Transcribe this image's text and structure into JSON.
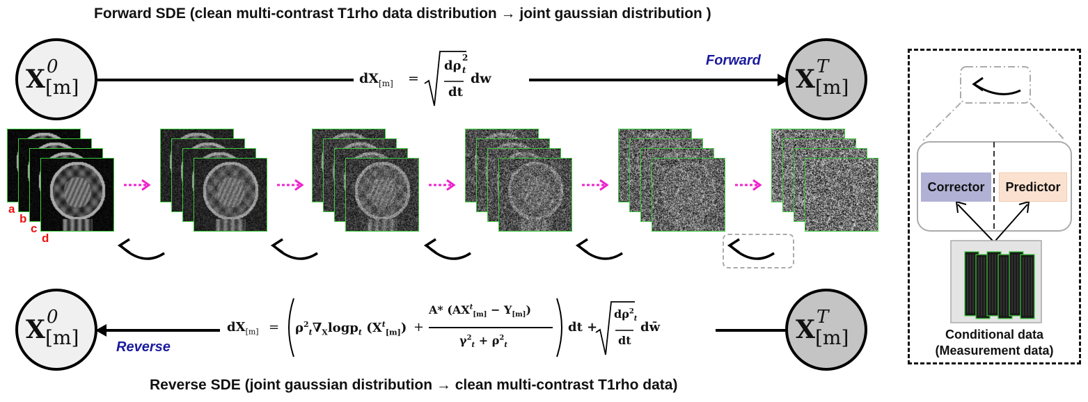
{
  "forward_title": "Forward SDE (clean multi-contrast T1rho data distribution → joint gaussian distribution )",
  "reverse_title": "Reverse SDE (joint gaussian distribution → clean multi-contrast T1rho data)",
  "forward_label": "Forward",
  "reverse_label": "Reverse",
  "nodes": {
    "start_symbol": "X",
    "start_superscript": "0",
    "end_superscript": "T",
    "subscript": "[m]"
  },
  "forward_equation": {
    "lhs": "dX",
    "lhs_sub": "[m]",
    "eq": "=",
    "num": "dρ",
    "num_sup": "2",
    "num_sub": "t",
    "den": "dt",
    "tail": "dw"
  },
  "reverse_equation": {
    "lhs": "dX",
    "lhs_sub": "[m]",
    "eq": "=",
    "term1": "ρ",
    "term1_sup": "2",
    "term1_sub": "t",
    "grad": "∇",
    "grad_sub": "X",
    "log": "logp",
    "log_sub": "t",
    "arg": "X",
    "arg_sup": "t",
    "arg_sub": "[m]",
    "plus": "+",
    "frac_num": "A* (AX",
    "frac_num_sup": "t",
    "frac_num_sub": "[m]",
    "frac_num_minus": " − Y",
    "frac_num_sub2": "[m]",
    "frac_num_close": ")",
    "frac_den": "γ",
    "frac_den_sup": "2",
    "frac_den_sub": "t",
    "frac_den_plus": " + ρ",
    "frac_den_sup2": "2",
    "frac_den_sub2": "t",
    "after": "dt +",
    "sqrt_num": "dρ",
    "sqrt_num_sup": "2",
    "sqrt_num_sub": "t",
    "sqrt_den": "dt",
    "tail": "dw̄"
  },
  "contrast_letters": [
    "a",
    "b",
    "c",
    "d"
  ],
  "stages": [
    {
      "noise": 0.0
    },
    {
      "noise": 0.25
    },
    {
      "noise": 0.45
    },
    {
      "noise": 0.65
    },
    {
      "noise": 0.85
    },
    {
      "noise": 1.0
    }
  ],
  "conditional_box": {
    "corrector_label": "Corrector",
    "predictor_label": "Predictor",
    "caption_line1": "Conditional data",
    "caption_line2": "(Measurement data)"
  },
  "colors": {
    "dotted_arrow": "#ee22cc",
    "frame_border": "#3ccc3c",
    "direction_label": "#1a1a9e",
    "corrector_fill": "#b1b1d5",
    "predictor_fill": "#fbe2d0",
    "contrast_letter": "#ee1111"
  }
}
